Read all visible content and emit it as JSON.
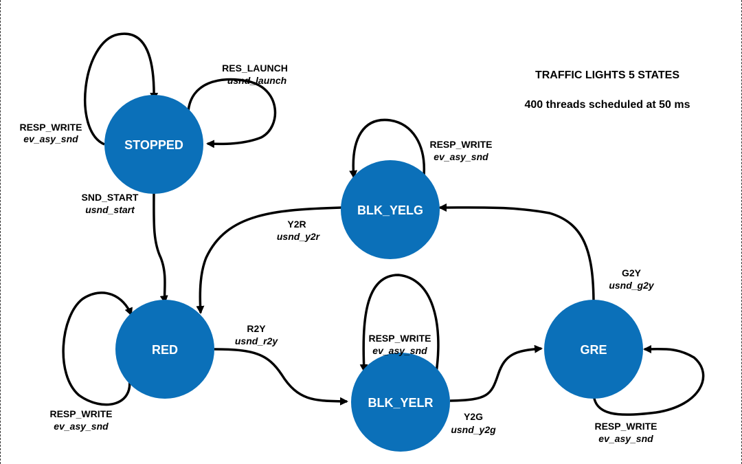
{
  "title": "TRAFFIC LIGHTS 5 STATES",
  "subtitle": "400 threads scheduled at 50 ms",
  "colors": {
    "state_fill": "#0b70b9",
    "state_text": "#ffffff",
    "edge": "#000000"
  },
  "states": {
    "stopped": "STOPPED",
    "red": "RED",
    "blk_yelg": "BLK_YELG",
    "blk_yelr": "BLK_YELR",
    "gre": "GRE"
  },
  "transitions": {
    "stopped_self_write": {
      "event": "RESP_WRITE",
      "action": "ev_asy_snd"
    },
    "stopped_self_launch": {
      "event": "RES_LAUNCH",
      "action": "usnd_launch"
    },
    "stopped_to_red": {
      "event": "SND_START",
      "action": "usnd_start"
    },
    "blk_yelg_self": {
      "event": "RESP_WRITE",
      "action": "ev_asy_snd"
    },
    "blk_yelg_to_red": {
      "event": "Y2R",
      "action": "usnd_y2r"
    },
    "red_self": {
      "event": "RESP_WRITE",
      "action": "ev_asy_snd"
    },
    "red_to_blk_yelr": {
      "event": "R2Y",
      "action": "usnd_r2y"
    },
    "blk_yelr_self": {
      "event": "RESP_WRITE",
      "action": "ev_asy_snd"
    },
    "blk_yelr_to_gre": {
      "event": "Y2G",
      "action": "usnd_y2g"
    },
    "gre_to_blk_yelg": {
      "event": "G2Y",
      "action": "usnd_g2y"
    },
    "gre_self": {
      "event": "RESP_WRITE",
      "action": "ev_asy_snd"
    }
  }
}
